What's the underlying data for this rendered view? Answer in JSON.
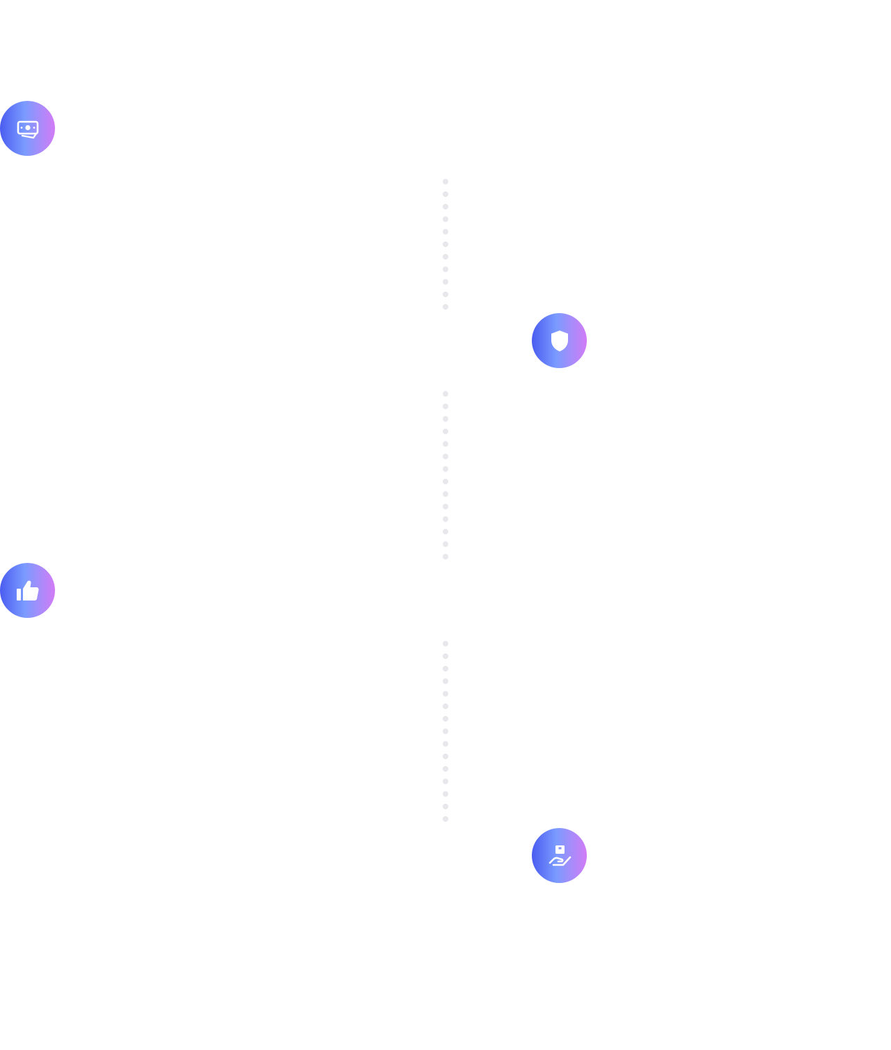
{
  "features": [
    {
      "icon": "money-bill-icon"
    },
    {
      "icon": "shield-icon"
    },
    {
      "icon": "thumbs-up-icon"
    },
    {
      "icon": "hand-holding-box-icon"
    }
  ],
  "connectors": [
    {
      "dot_count": 11
    },
    {
      "dot_count": 14
    },
    {
      "dot_count": 15
    }
  ],
  "colors": {
    "gradient_start": "#4a5cf0",
    "gradient_mid": "#7b9bff",
    "gradient_end": "#d27cf6",
    "icon_glyph": "#ffffff",
    "connector_dot": "#e8e8ec"
  }
}
